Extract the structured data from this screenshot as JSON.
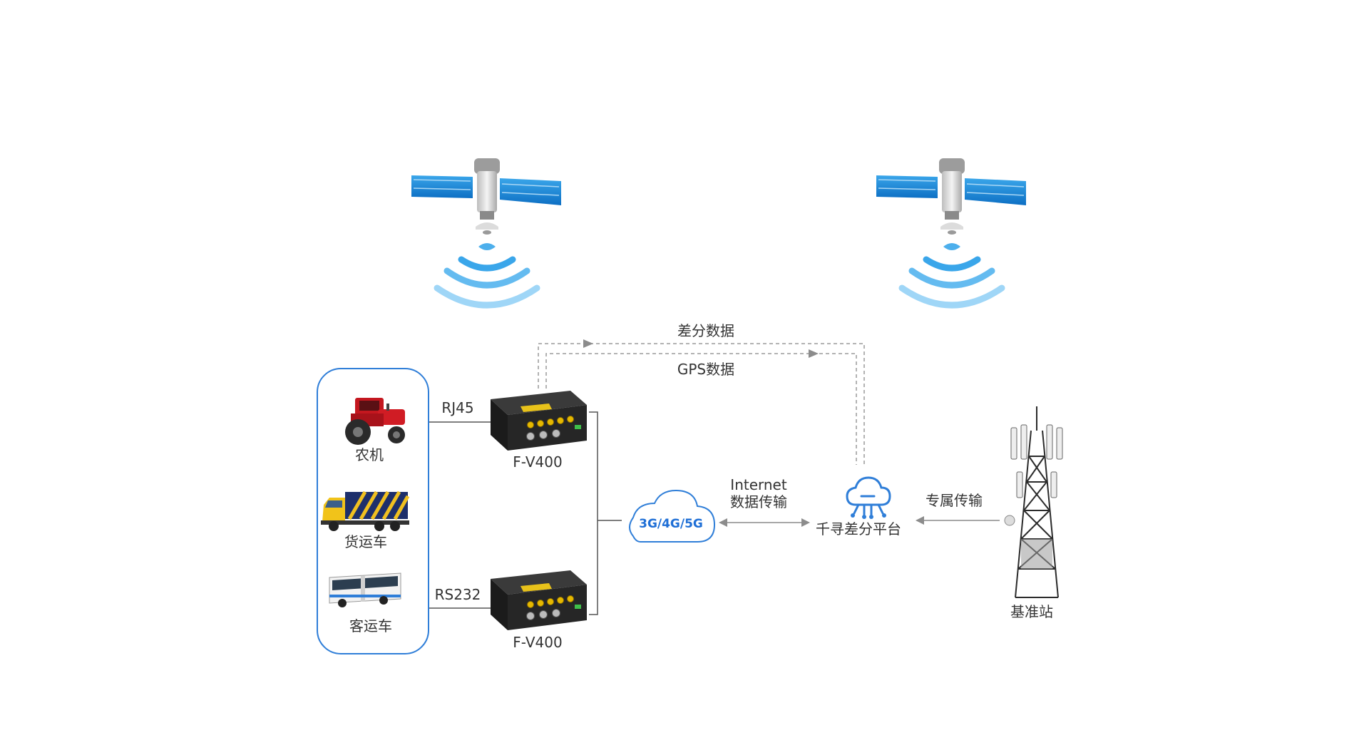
{
  "diagram": {
    "top_label": "差分数据",
    "bottom_label": "GPS数据",
    "vehicles": [
      {
        "label": "农机",
        "icon": "tractor-icon"
      },
      {
        "label": "货运车",
        "icon": "truck-icon"
      },
      {
        "label": "客运车",
        "icon": "bus-icon"
      }
    ],
    "links": {
      "rj45": "RJ45",
      "rs232": "RS232",
      "internet_line1": "Internet",
      "internet_line2": "数据传输",
      "dedicated": "专属传输"
    },
    "devices": [
      {
        "label": "F-V400"
      },
      {
        "label": "F-V400"
      }
    ],
    "cloud": {
      "label": "3G/4G/5G"
    },
    "platform": {
      "label": "千寻差分平台"
    },
    "station": {
      "label": "基准站"
    },
    "colors": {
      "accent_blue": "#2f7ed8",
      "line_gray": "#999999",
      "device_yellow": "#e8c21a"
    }
  }
}
